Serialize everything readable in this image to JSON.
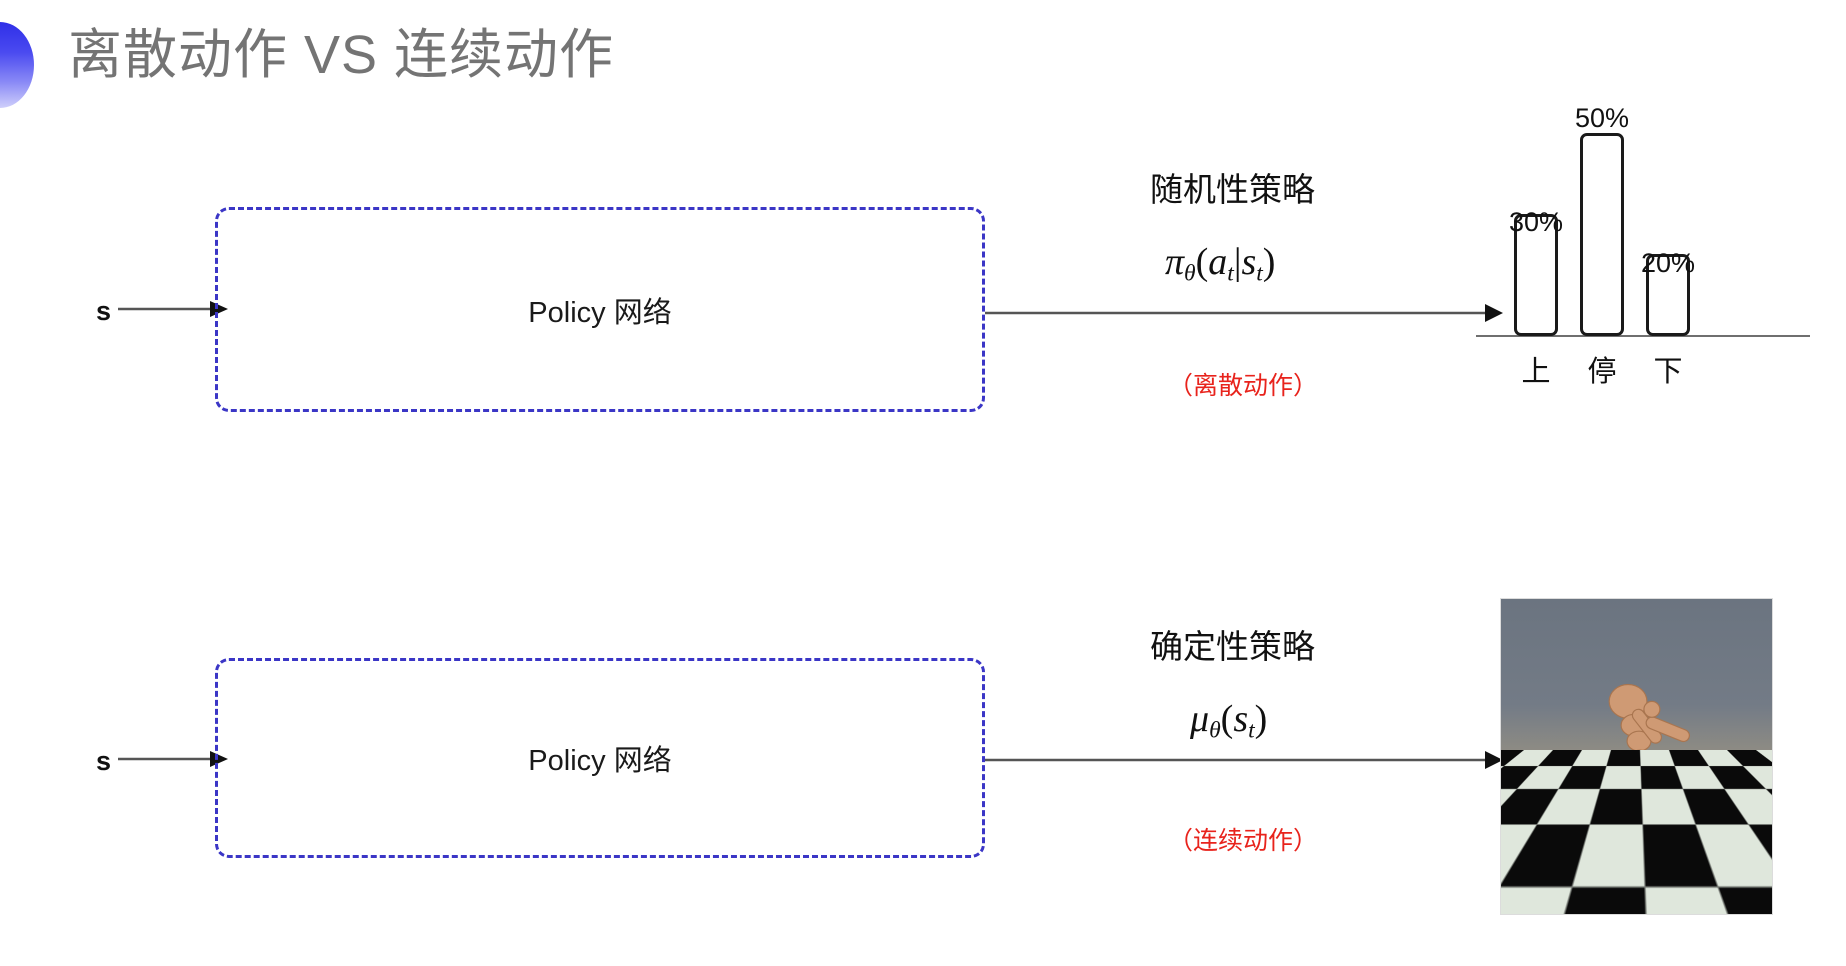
{
  "slide": {
    "title": "离散动作 VS 连续动作",
    "bullet_icon": "half-circle-gradient-icon",
    "background_color": "#ffffff",
    "title_color": "#747474",
    "accent_color": "#3b36c6",
    "note_color": "#e8231c"
  },
  "top_row": {
    "state_label": "s",
    "policy_box_label": "Policy 网络",
    "annotation_title": "随机性策略",
    "formula": {
      "main": "π",
      "sub1": "θ",
      "args": "(a",
      "sub2": "t",
      "bar": "|s",
      "sub3": "t",
      "close": ")"
    },
    "formula_plain": "πθ(aₜ|sₜ)",
    "note": "（离散动作）"
  },
  "bottom_row": {
    "state_label": "s",
    "policy_box_label": "Policy 网络",
    "annotation_title": "确定性策略",
    "formula_plain": "μθ(sₜ)",
    "note": "（连续动作）",
    "figure_alt": "humanoid-mujoco-figure"
  },
  "chart_data": {
    "type": "bar",
    "title": "",
    "categories": [
      "上",
      "停",
      "下"
    ],
    "values": [
      30,
      50,
      20
    ],
    "value_labels": [
      "30%",
      "50%",
      "20%"
    ],
    "ylim": [
      0,
      60
    ],
    "xlabel": "",
    "ylabel": "",
    "grid": false,
    "legend": "none",
    "bar_fill": "#ffffff",
    "bar_stroke": "#1a1a1a",
    "axis_color": "#6f6f6f"
  }
}
